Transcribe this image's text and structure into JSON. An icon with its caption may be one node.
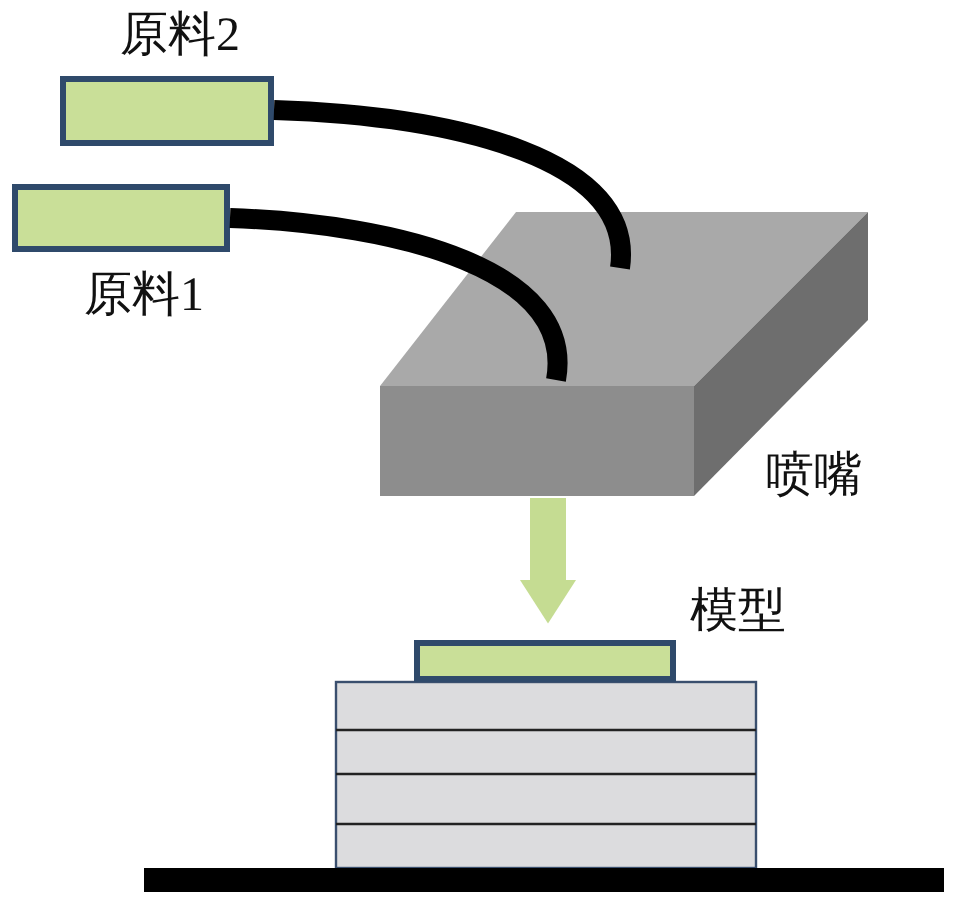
{
  "diagram": {
    "nodes": [
      {
        "text": [
          "原料2"
        ]
      },
      {
        "text": [
          "原料1"
        ]
      },
      {
        "text": [],
        "shape": "box",
        "beside": [
          "喷嘴"
        ]
      },
      {
        "text": [],
        "shape": "box",
        "beside": [
          "模型"
        ]
      }
    ],
    "edges": [
      {
        "from": 0,
        "to": 2,
        "arrow": "none"
      },
      {
        "from": 1,
        "to": 2,
        "arrow": "none"
      },
      {
        "from": 2,
        "to": 3,
        "arrow": "to",
        "style": "thick",
        "color": "#c5dc92"
      }
    ]
  }
}
